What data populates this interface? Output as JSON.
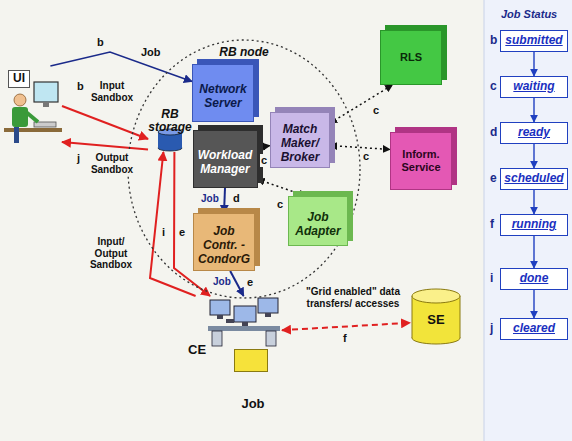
{
  "diagram": {
    "nodes": [
      {
        "text": [
          "UI"
        ]
      },
      {
        "text": [
          "RB node"
        ]
      },
      {
        "text": [
          "Network Server"
        ],
        "in": 1
      },
      {
        "text": [
          "Match Maker/ Broker"
        ],
        "in": 1
      },
      {
        "text": [
          "Workload Manager"
        ],
        "in": 1
      },
      {
        "text": [
          "RB storage"
        ],
        "in": 1
      },
      {
        "text": [
          "Job Adapter"
        ],
        "in": 1
      },
      {
        "text": [
          "Job Contr. - CondorG"
        ],
        "in": 1
      },
      {
        "text": [
          "RLS"
        ]
      },
      {
        "text": [
          "Inform. Service"
        ]
      },
      {
        "text": [
          "CE"
        ]
      },
      {
        "text": [
          "Job"
        ],
        "in": 10
      },
      {
        "text": [
          "SE"
        ]
      },
      {
        "text": [
          "submitted"
        ]
      },
      {
        "text": [
          "waiting"
        ]
      },
      {
        "text": [
          "ready"
        ]
      },
      {
        "text": [
          "scheduled"
        ]
      },
      {
        "text": [
          "running"
        ]
      },
      {
        "text": [
          "done"
        ]
      },
      {
        "text": [
          "cleared"
        ]
      }
    ],
    "edges": [
      {
        "from": 0,
        "to": 2,
        "label": "Job",
        "arrow": "to"
      },
      {
        "from": 0,
        "to": 5,
        "label": "Input Sandbox",
        "arrow": "to"
      },
      {
        "from": 5,
        "to": 0,
        "label": "Output Sandbox",
        "arrow": "to"
      },
      {
        "from": 4,
        "to": 3,
        "label": "c",
        "arrow": "both"
      },
      {
        "from": 4,
        "to": 6,
        "label": "c",
        "arrow": "both"
      },
      {
        "from": 3,
        "to": 8,
        "label": "c",
        "arrow": "both"
      },
      {
        "from": 3,
        "to": 9,
        "label": "c",
        "arrow": "both"
      },
      {
        "from": 4,
        "to": 7,
        "label": "d",
        "arrow": "to"
      },
      {
        "from": 7,
        "to": 10,
        "label": "e",
        "arrow": "to"
      },
      {
        "from": 5,
        "to": 10,
        "label": "e",
        "arrow": "to"
      },
      {
        "from": 10,
        "to": 5,
        "label": "i",
        "arrow": "to"
      },
      {
        "from": 10,
        "to": 12,
        "label": "f",
        "arrow": "both"
      },
      {
        "from": 13,
        "to": 14,
        "arrow": "to"
      },
      {
        "from": 14,
        "to": 15,
        "arrow": "to"
      },
      {
        "from": 15,
        "to": 16,
        "arrow": "to"
      },
      {
        "from": 16,
        "to": 17,
        "arrow": "to"
      },
      {
        "from": 17,
        "to": 18,
        "arrow": "to"
      },
      {
        "from": 18,
        "to": 19,
        "arrow": "to"
      }
    ],
    "labels": [
      "b",
      "b",
      "j",
      "Job",
      "Job",
      "Input/ Output Sandbox",
      "\"Grid enabled\" data transfers/ accesses",
      "Job Status",
      "b",
      "c",
      "d",
      "e",
      "f",
      "i",
      "j"
    ]
  }
}
